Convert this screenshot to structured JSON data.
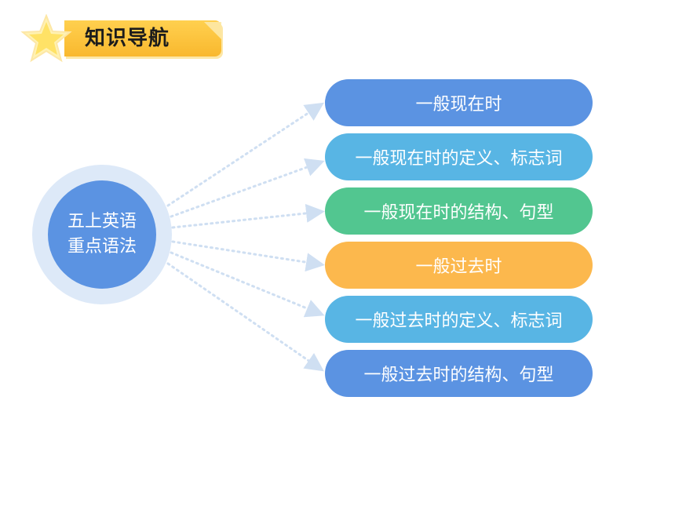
{
  "header": {
    "title": "知识导航"
  },
  "hub": {
    "line1": "五上英语",
    "line2": "重点语法"
  },
  "colors": {
    "banner": "#f9b82e",
    "hub_outer": "#dde9f8",
    "hub_inner": "#5b93e2",
    "connector": "#cfdff2"
  },
  "topics": [
    {
      "label": "一般现在时",
      "color": "#5b93e2"
    },
    {
      "label": "一般现在时的定义、标志词",
      "color": "#58b5e4"
    },
    {
      "label": "一般现在时的结构、句型",
      "color": "#52c690"
    },
    {
      "label": "一般过去时",
      "color": "#fcb84d"
    },
    {
      "label": "一般过去时的定义、标志词",
      "color": "#58b5e4"
    },
    {
      "label": "一般过去时的结构、句型",
      "color": "#5b93e2"
    }
  ]
}
